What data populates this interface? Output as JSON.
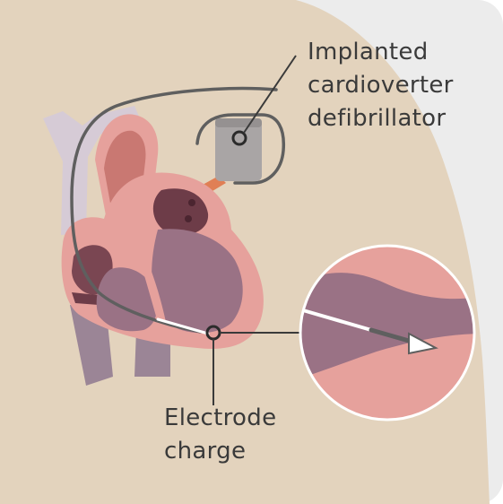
{
  "labels": {
    "device": [
      "Implanted",
      "cardioverter",
      "defibrillator"
    ],
    "electrode": [
      "Electrode",
      "charge"
    ]
  },
  "colors": {
    "background_card": "#ececec",
    "skin": "#e3d3bd",
    "vessel": "#d6cbd6",
    "vessel_dark": "#9b8596",
    "myocardium": "#e6a19c",
    "myocardium_dark": "#c97872",
    "chamber": "#9a7285",
    "chamber_dark": "#6d3c48",
    "aorta_orange": "#e07f55",
    "device_body": "#a9a5a5",
    "lead_wire": "#5f5f5f",
    "text": "#3a3a3a"
  }
}
